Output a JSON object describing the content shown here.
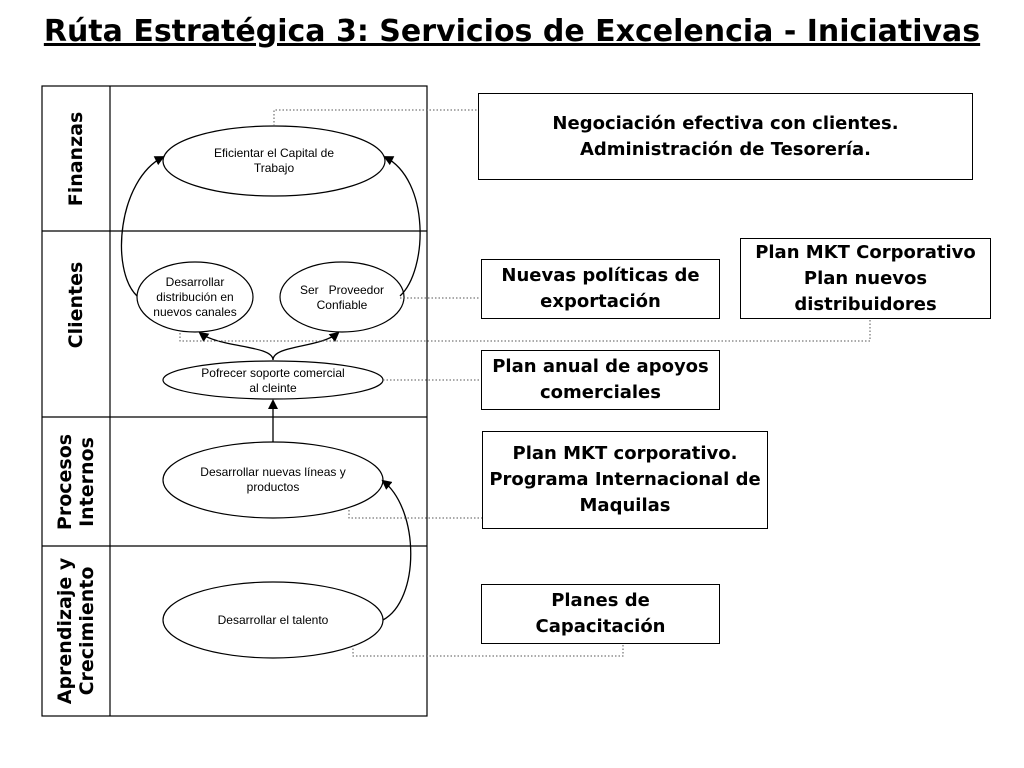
{
  "title": "Rúta Estratégica 3: Servicios de Excelencia - Iniciativas",
  "perspectives": {
    "finanzas": "Finanzas",
    "clientes": "Clientes",
    "procesos_1": "Procesos",
    "procesos_2": "Internos",
    "aprendizaje_1": "Aprendizaje y",
    "aprendizaje_2": "Crecimiento"
  },
  "objectives": {
    "capital": "Eficientar el Capital de Trabajo",
    "distribucion": "Desarrollar distribución en nuevos canales",
    "proveedor": "Ser   Proveedor Confiable",
    "soporte": "Pofrecer soporte comercial al cleinte",
    "lineas": "Desarrollar nuevas líneas y productos",
    "talento": "Desarrollar el talento"
  },
  "initiatives": {
    "negociacion_1": "Negociación efectiva con clientes.",
    "negociacion_2": "Administración de Tesorería.",
    "politicas": "Nuevas políticas de exportación",
    "mkt_1": "Plan MKT Corporativo",
    "mkt_2": "Plan nuevos distribuidores",
    "apoyos": "Plan anual de apoyos comerciales",
    "maquilas_1": "Plan MKT corporativo.",
    "maquilas_2": "Programa Internacional de Maquilas",
    "capacitacion": "Planes de Capacitación"
  }
}
